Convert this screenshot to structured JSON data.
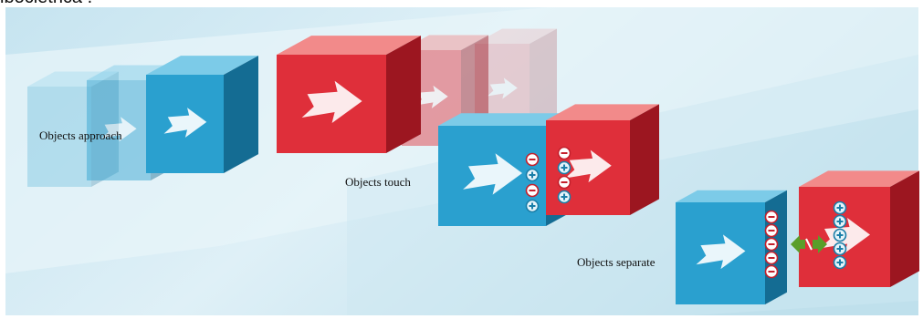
{
  "header_fragment": "ibocletnca .",
  "labels": {
    "approach": "Objects approach",
    "touch": "Objects touch",
    "separate": "Objects separate"
  },
  "colors": {
    "background": "#d7edf5",
    "blue_cube": "#2aa0cf",
    "red_cube": "#df2f3a",
    "positive_charge": "#e6f4fa",
    "negative_charge": "#ffffff",
    "attraction_arrow": "#5a9e2a"
  },
  "charges": {
    "touch_blue_face": [
      "-",
      "+",
      "-",
      "+"
    ],
    "touch_red_face": [
      "-",
      "+",
      "-",
      "+"
    ],
    "separate_blue_face": [
      "-",
      "-",
      "-",
      "-",
      "-"
    ],
    "separate_red_face": [
      "+",
      "+",
      "+",
      "+",
      "+"
    ]
  }
}
